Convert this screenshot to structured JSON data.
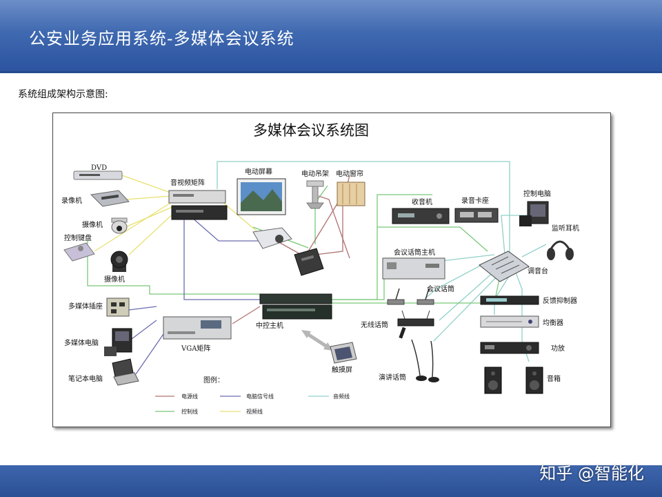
{
  "header": {
    "title": "公安业务应用系统-多媒体会议系统"
  },
  "subtitle": "系统组成架构示意图:",
  "watermark": "知乎 @智能化",
  "diagram": {
    "title": "多媒体会议系统图",
    "labels": {
      "dvd": "DVD",
      "recorder": "录像机",
      "camera1": "摄像机",
      "control_keyboard": "控制键盘",
      "camera2": "摄像机",
      "av_matrix": "音视频矩阵",
      "motor_screen": "电动屏幕",
      "motor_hanger": "电动吊架",
      "motor_curtain": "电动窗帘",
      "radio": "收音机",
      "tape_deck": "录音卡座",
      "control_pc": "控制电脑",
      "monitor_headphone": "监听耳机",
      "mixer": "调音台",
      "conf_mic_host": "会议话筒主机",
      "conf_mic": "会议话筒",
      "feedback_suppressor": "反馈抑制器",
      "equalizer": "均衡器",
      "amplifier": "功放",
      "speaker": "音箱",
      "wireless_mic": "无线话筒",
      "lectern_mic": "演讲话筒",
      "touch_screen": "触摸屏",
      "central_control": "中控主机",
      "vga_matrix": "VGA矩阵",
      "mm_socket": "多媒体插座",
      "mm_pc": "多媒体电脑",
      "laptop": "笔记本电脑"
    },
    "legend": {
      "title": "图例：",
      "items": [
        {
          "label": "电源线",
          "color": "#b07070"
        },
        {
          "label": "电脑信号线",
          "color": "#6b6bb0"
        },
        {
          "label": "音频线",
          "color": "#8fd0c8"
        },
        {
          "label": "控制线",
          "color": "#78c878"
        },
        {
          "label": "视频线",
          "color": "#e8e070"
        }
      ]
    },
    "colors": {
      "power": "#b07070",
      "pc_signal": "#6b6bb0",
      "audio": "#8fd0c8",
      "control": "#78c878",
      "video": "#e8e070"
    }
  }
}
